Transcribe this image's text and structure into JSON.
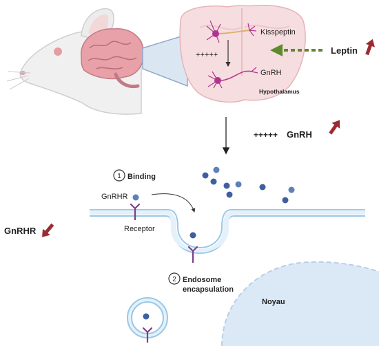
{
  "brain_section": {
    "kisspeptin_label": "Kisspeptin",
    "gnrh_label": "GnRH",
    "hypothalamus_label": "Hypothalamus",
    "plus_signs": "+++++"
  },
  "leptin": {
    "label": "Leptin",
    "trend": "up"
  },
  "gnrh_output": {
    "plus_signs": "+++++",
    "label": "GnRH",
    "trend": "up"
  },
  "receptor_side": {
    "label": "GnRHR",
    "trend": "down"
  },
  "steps": [
    {
      "number": "1",
      "title": "Binding"
    },
    {
      "number": "2",
      "title_line1": "Endosome",
      "title_line2": "encapsulation"
    }
  ],
  "membrane": {
    "ligand_label": "GnRHR",
    "receptor_label": "Receptor"
  },
  "nucleus_label": "Noyau",
  "colors": {
    "arrow_red": "#9b2b32",
    "leptin_arrow_green": "#5d8a2a",
    "membrane_blue": "#9cc8e6",
    "membrane_fill": "#d9ecf8",
    "nucleus_fill": "#dbe9f6",
    "particle": "#3f5f9e",
    "receptor_purple": "#7a3f8a",
    "brain_pink": "#e6a1a8",
    "neuron_magenta": "#b2338f"
  }
}
